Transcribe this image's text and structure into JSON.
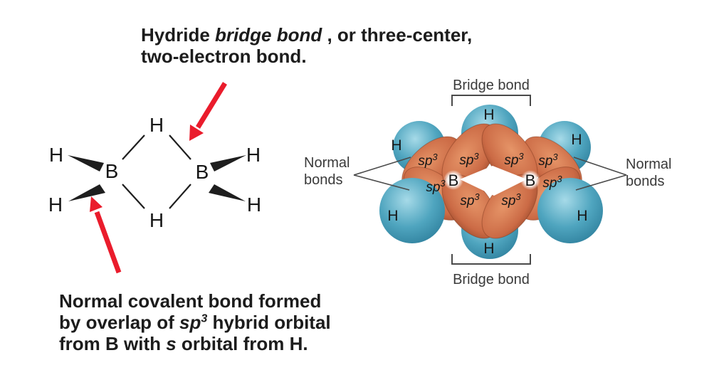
{
  "slide": {
    "note_top": {
      "pre": "Hydride ",
      "italic": "bridge bond",
      "post": " , or three-center,",
      "line2": "two-electron bond."
    },
    "note_bottom": {
      "line1": "Normal covalent bond formed",
      "line2_pre": "by overlap of ",
      "line2_italic": "sp",
      "line2_sup": "3",
      "line2_post": " hybrid orbital",
      "line3_pre": "from B with ",
      "line3_italic": "s",
      "line3_post": " orbital from H."
    }
  },
  "molecule": {
    "hydrogen": "H",
    "boron": "B"
  },
  "orbital_diagram": {
    "bridge_bond_top": "Bridge bond",
    "bridge_bond_bottom": "Bridge bond",
    "normal_bonds_left": "Normal bonds",
    "normal_bonds_right": "Normal bonds",
    "sp3_base": "sp",
    "sp3_sup": "3",
    "boron": "B",
    "hydrogen": "H"
  },
  "colors": {
    "arrow_red": "#EA1C2C",
    "blue_light": "#A6DAE8",
    "blue_mid": "#4FA5BF",
    "blue_dark": "#2D7E9B",
    "orange_light": "#E69568",
    "orange_mid": "#CB6A45",
    "orange_dark": "#8E4226",
    "bond_black": "#1E1E1E",
    "text_black": "#161616",
    "label_gray": "#3A3A3A",
    "background": "#FFFFFF"
  }
}
